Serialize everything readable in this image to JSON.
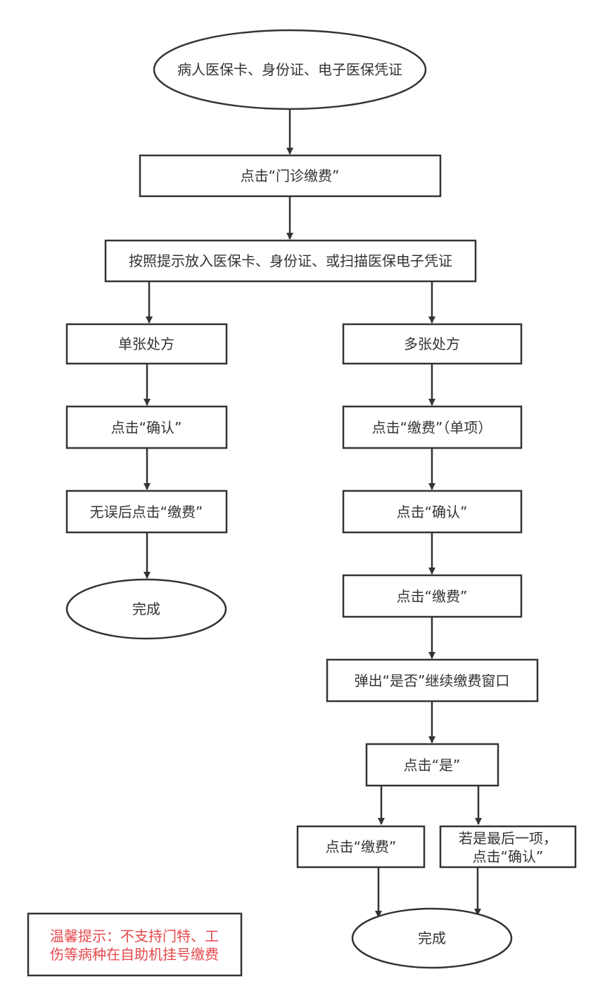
{
  "nodes": {
    "start": "病人医保卡、身份证、电子医保凭证",
    "clinic_pay": "点击“门诊缴费”",
    "insert_card": "按照提示放入医保卡、身份证、或扫描医保电子凭证",
    "single_rx": "单张处方",
    "multi_rx": "多张处方",
    "single_confirm": "点击“确认”",
    "single_pay": "无误后点击“缴费”",
    "single_done": "完成",
    "multi_pay_item": "点击“缴费”（单项）",
    "multi_confirm": "点击“确认”",
    "multi_pay": "点击“缴费”",
    "popup": "弹出“是否”继续缴费窗口",
    "click_yes": "点击“是”",
    "yes_pay": "点击“缴费”",
    "last_item_line1": "若是最后一项，",
    "last_item_line2": "点击“确认”",
    "multi_done": "完成"
  },
  "note": {
    "line1": "温馨提示：不支持门特、工",
    "line2": "伤等病种在自助机挂号缴费"
  },
  "colors": {
    "stroke": "#333333",
    "text": "#333333",
    "note_text": "#e5484d"
  }
}
